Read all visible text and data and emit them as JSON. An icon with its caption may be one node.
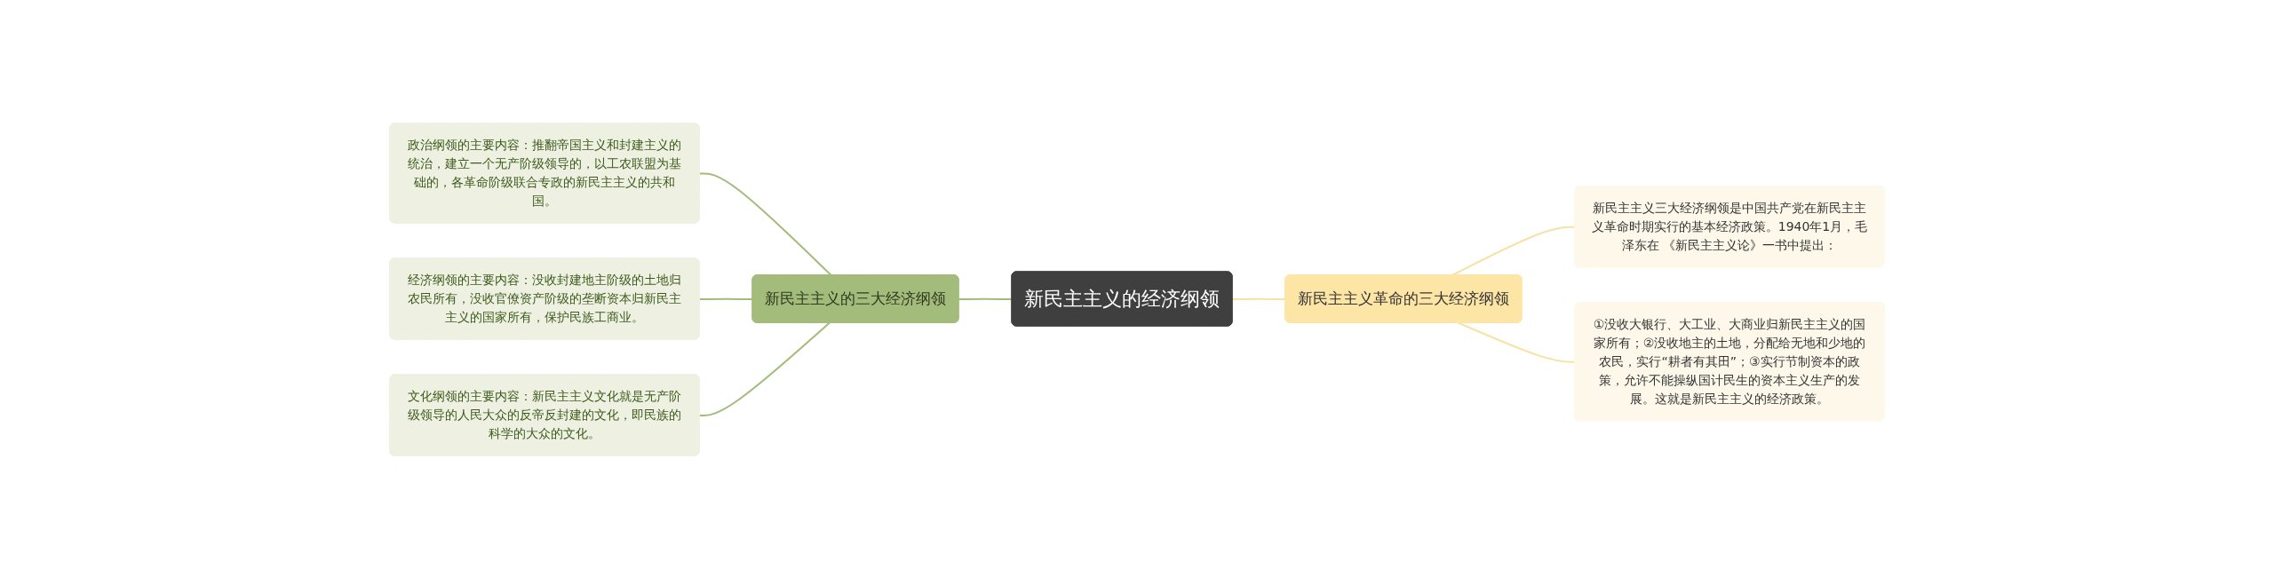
{
  "diagram": {
    "nodes": [
      {
        "text": [
          "新民主主义的经济纲领"
        ]
      },
      {
        "text": [
          "新民主主义的三大经济纲领"
        ]
      },
      {
        "text": [
          "政治纲领的主要内容：推翻帝国主义和封建主义的统治，建立一个无产阶级领导的，以工农联盟为基础的，各革命阶级联合专政的新民主主义的共和国。"
        ]
      },
      {
        "text": [
          "经济纲领的主要内容：没收封建地主阶级的土地归农民所有，没收官僚资产阶级的垄断资本归新民主主义的国家所有，保护民族工商业。"
        ]
      },
      {
        "text": [
          "文化纲领的主要内容：新民主主义文化就是无产阶级领导的人民大众的反帝反封建的文化，即民族的科学的大众的文化。"
        ]
      },
      {
        "text": [
          "新民主主义革命的三大经济纲领"
        ]
      },
      {
        "text": [
          "新民主主义三大经济纲领是中国共产党在新民主主义革命时期实行的基本经济政策。1940年1月，毛泽东在 《新民主主义论》一书中提出："
        ]
      },
      {
        "text": [
          "①没收大银行、大工业、大商业归新民主主义的国家所有；②没收地主的土地，分配给无地和少地的农民，实行“耕者有其田”；③实行节制资本的政策，允许不能操纵国计民生的资本主义生产的发展。这就是新民主主义的经济政策。"
        ]
      }
    ],
    "edges": [
      {
        "from": 1,
        "to": 0,
        "arrow": "none"
      },
      {
        "from": 2,
        "to": 1,
        "arrow": "none"
      },
      {
        "from": 3,
        "to": 1,
        "arrow": "none"
      },
      {
        "from": 4,
        "to": 1,
        "arrow": "none"
      },
      {
        "from": 0,
        "to": 5,
        "arrow": "none",
        "color": "#f7e2a6"
      },
      {
        "from": 5,
        "to": 6,
        "arrow": "none",
        "color": "#f7e2a6"
      },
      {
        "from": 5,
        "to": 7,
        "arrow": "none",
        "color": "#f7e2a6"
      }
    ]
  }
}
